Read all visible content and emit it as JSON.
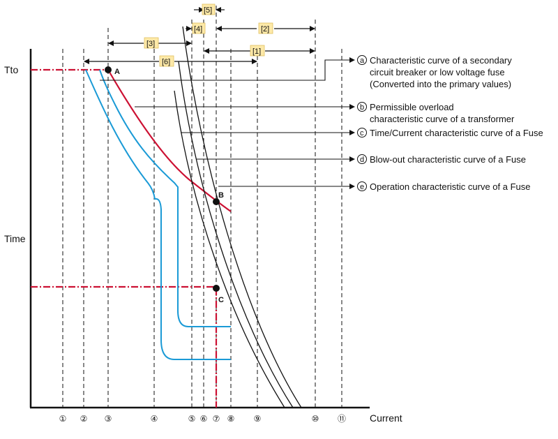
{
  "axes": {
    "y_label": "Time",
    "x_label": "Current",
    "tto_label": "Tto"
  },
  "ticks": [
    "①",
    "②",
    "③",
    "④",
    "⑤",
    "⑥",
    "⑦",
    "⑧",
    "⑨",
    "⑩",
    "⑪"
  ],
  "points": [
    "A",
    "B",
    "C"
  ],
  "dimensions": [
    "[1]",
    "[2]",
    "[3]",
    "[4]",
    "[5]",
    "[6]"
  ],
  "legend": [
    {
      "letter": "a",
      "lines": [
        "Characteristic curve of a secondary",
        "circuit breaker or low voltage fuse",
        "(Converted into the primary values)"
      ]
    },
    {
      "letter": "b",
      "lines": [
        "Permissible overload",
        "characteristic curve of a transformer"
      ]
    },
    {
      "letter": "c",
      "lines": [
        "Time/Current characteristic curve of a Fuse"
      ]
    },
    {
      "letter": "d",
      "lines": [
        "Blow-out characteristic curve of a Fuse"
      ]
    },
    {
      "letter": "e",
      "lines": [
        "Operation characteristic curve of a Fuse"
      ]
    }
  ],
  "colors": {
    "red": "#cc1133",
    "blue": "#1a9ad6",
    "black": "#111111",
    "dim_fill": "#fde9a8"
  }
}
